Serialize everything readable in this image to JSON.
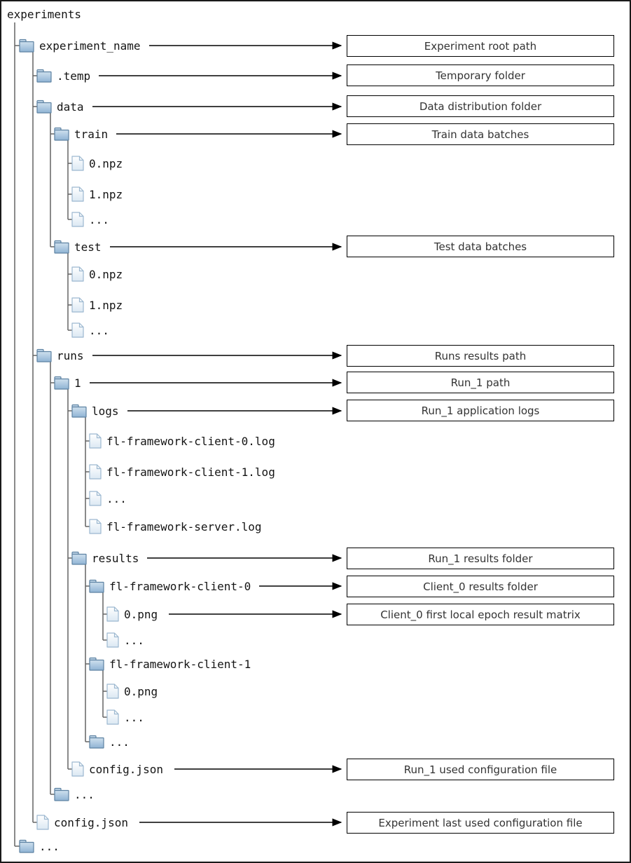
{
  "diagram_title": "experiments",
  "tree": {
    "rows": [
      {
        "label": "experiments",
        "type": "root",
        "level": 0
      },
      {
        "label": "experiment_name",
        "type": "folder",
        "level": 1,
        "annotation": "Experiment root path"
      },
      {
        "label": ".temp",
        "type": "folder",
        "level": 2,
        "annotation": "Temporary folder"
      },
      {
        "label": "data",
        "type": "folder",
        "level": 2,
        "annotation": "Data distribution folder"
      },
      {
        "label": "train",
        "type": "folder",
        "level": 3,
        "annotation": "Train data batches"
      },
      {
        "label": "0.npz",
        "type": "file",
        "level": 4
      },
      {
        "label": "1.npz",
        "type": "file",
        "level": 4
      },
      {
        "label": "...",
        "type": "file",
        "level": 4
      },
      {
        "label": "test",
        "type": "folder",
        "level": 3,
        "annotation": "Test data batches"
      },
      {
        "label": "0.npz",
        "type": "file",
        "level": 4
      },
      {
        "label": "1.npz",
        "type": "file",
        "level": 4
      },
      {
        "label": "...",
        "type": "file",
        "level": 4
      },
      {
        "label": "runs",
        "type": "folder",
        "level": 2,
        "annotation": "Runs results path"
      },
      {
        "label": "1",
        "type": "folder",
        "level": 3,
        "annotation": "Run_1 path"
      },
      {
        "label": "logs",
        "type": "folder",
        "level": 4,
        "annotation": "Run_1 application logs"
      },
      {
        "label": "fl-framework-client-0.log",
        "type": "file",
        "level": 5
      },
      {
        "label": "fl-framework-client-1.log",
        "type": "file",
        "level": 5
      },
      {
        "label": "...",
        "type": "file",
        "level": 5
      },
      {
        "label": "fl-framework-server.log",
        "type": "file",
        "level": 5
      },
      {
        "label": "results",
        "type": "folder",
        "level": 4,
        "annotation": "Run_1 results folder"
      },
      {
        "label": "fl-framework-client-0",
        "type": "folder",
        "level": 5,
        "annotation": "Client_0 results folder"
      },
      {
        "label": "0.png",
        "type": "file",
        "level": 6,
        "annotation": "Client_0 first local epoch result matrix"
      },
      {
        "label": "...",
        "type": "file",
        "level": 6
      },
      {
        "label": "fl-framework-client-1",
        "type": "folder",
        "level": 5
      },
      {
        "label": "0.png",
        "type": "file",
        "level": 6
      },
      {
        "label": "...",
        "type": "file",
        "level": 6
      },
      {
        "label": "...",
        "type": "folder",
        "level": 5
      },
      {
        "label": "config.json",
        "type": "file",
        "level": 4,
        "annotation": "Run_1 used configuration file"
      },
      {
        "label": "...",
        "type": "folder",
        "level": 3
      },
      {
        "label": "config.json",
        "type": "file",
        "level": 2,
        "annotation": "Experiment last used configuration file"
      },
      {
        "label": "...",
        "type": "folder",
        "level": 1
      }
    ]
  },
  "annotations": [
    {
      "label": "Experiment root path"
    },
    {
      "label": "Temporary folder"
    },
    {
      "label": "Data distribution folder"
    },
    {
      "label": "Train data batches"
    },
    {
      "label": "Test data batches"
    },
    {
      "label": "Runs results path"
    },
    {
      "label": "Run_1 path"
    },
    {
      "label": "Run_1 application logs"
    },
    {
      "label": "Run_1 results folder"
    },
    {
      "label": "Client_0 results folder"
    },
    {
      "label": "Client_0 first local epoch result matrix"
    },
    {
      "label": "Run_1 used configuration file"
    },
    {
      "label": "Experiment last used configuration file"
    }
  ],
  "colors": {
    "folder_fill_top": "#cfe0ee",
    "folder_fill_bottom": "#8fb3d4",
    "folder_border": "#5d82a2",
    "file_fill_top": "#ffffff",
    "file_fill_bottom": "#dbe8f3",
    "file_border": "#9cb8d0",
    "tree_line": "#646464",
    "arrow": "#000000",
    "box_border": "#000000",
    "box_text": "#333333"
  }
}
